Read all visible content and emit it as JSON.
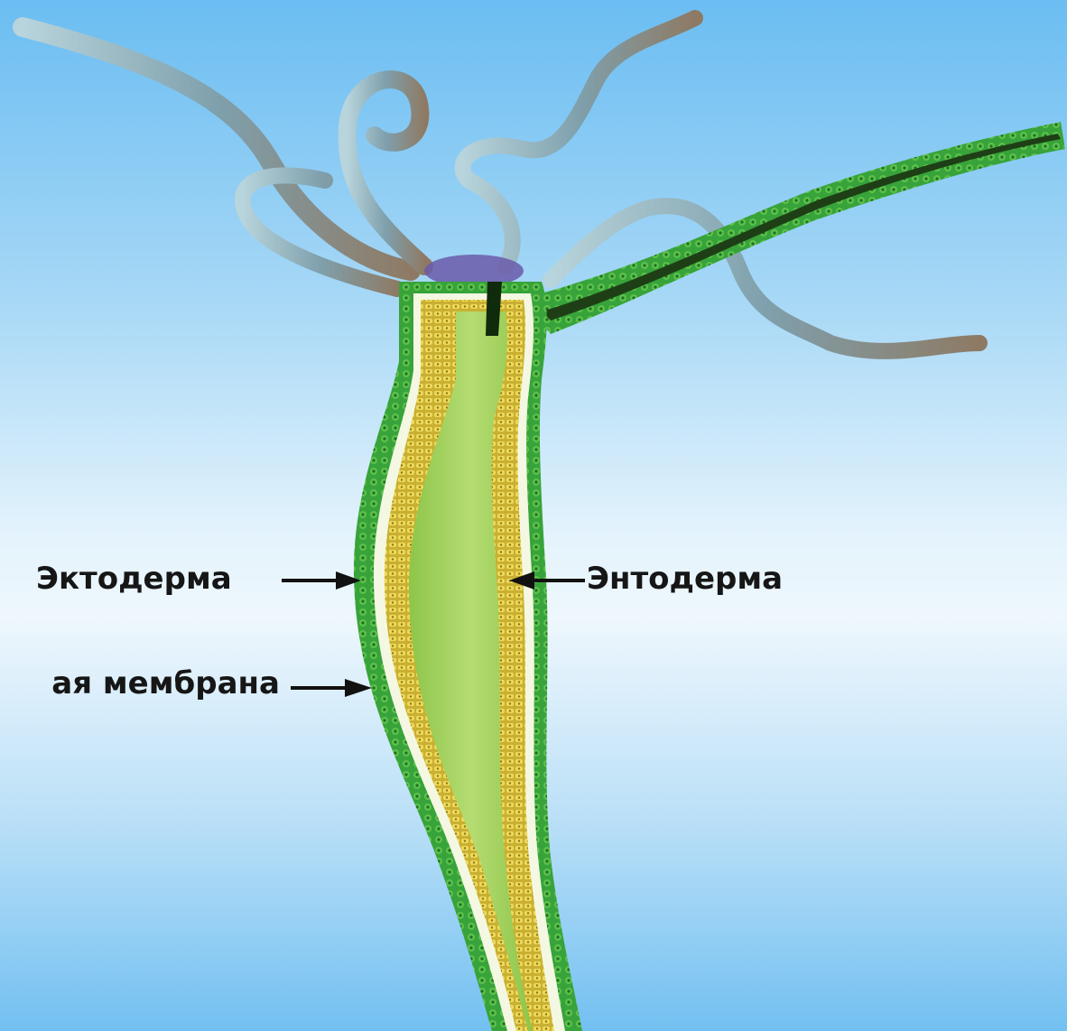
{
  "labels": {
    "ectoderm": "Эктодерма",
    "entoderm": "Энтодерма",
    "membrane": "ая мембрана"
  },
  "icons": {
    "arrow": "arrow-icon",
    "organism": "hydra-cross-section-icon"
  },
  "colors": {
    "ectoderm": "#3fae3c",
    "entoderm": "#d8c23a",
    "cavity": "#9fcf56",
    "mesoglea": "#f4f8e2",
    "tentacle": "#8aa9b8"
  }
}
